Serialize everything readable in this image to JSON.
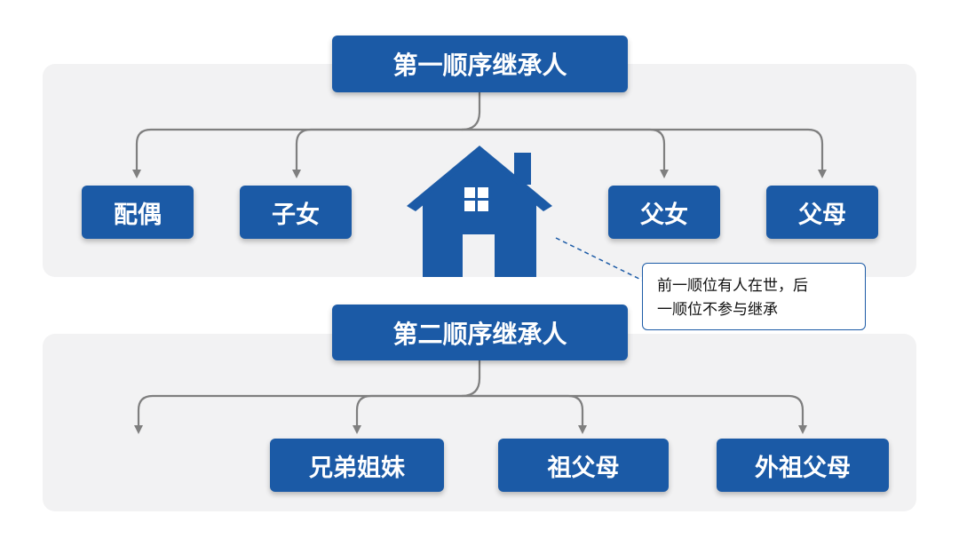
{
  "first_order": {
    "title": "第一顺序继承人",
    "heirs": [
      "配偶",
      "子女",
      "父女",
      "父母"
    ]
  },
  "second_order": {
    "title": "第二顺序继承人",
    "heirs": [
      "兄弟姐妹",
      "祖父母",
      "外祖父母"
    ]
  },
  "callout": {
    "line1": "前一顺位有人在世，后",
    "line2": "一顺位不参与继承"
  },
  "colors": {
    "box_fill": "#1b5aa6",
    "panel_fill": "#f2f2f3",
    "connector": "#7f7f7f"
  },
  "icons": {
    "center": "house-icon"
  }
}
